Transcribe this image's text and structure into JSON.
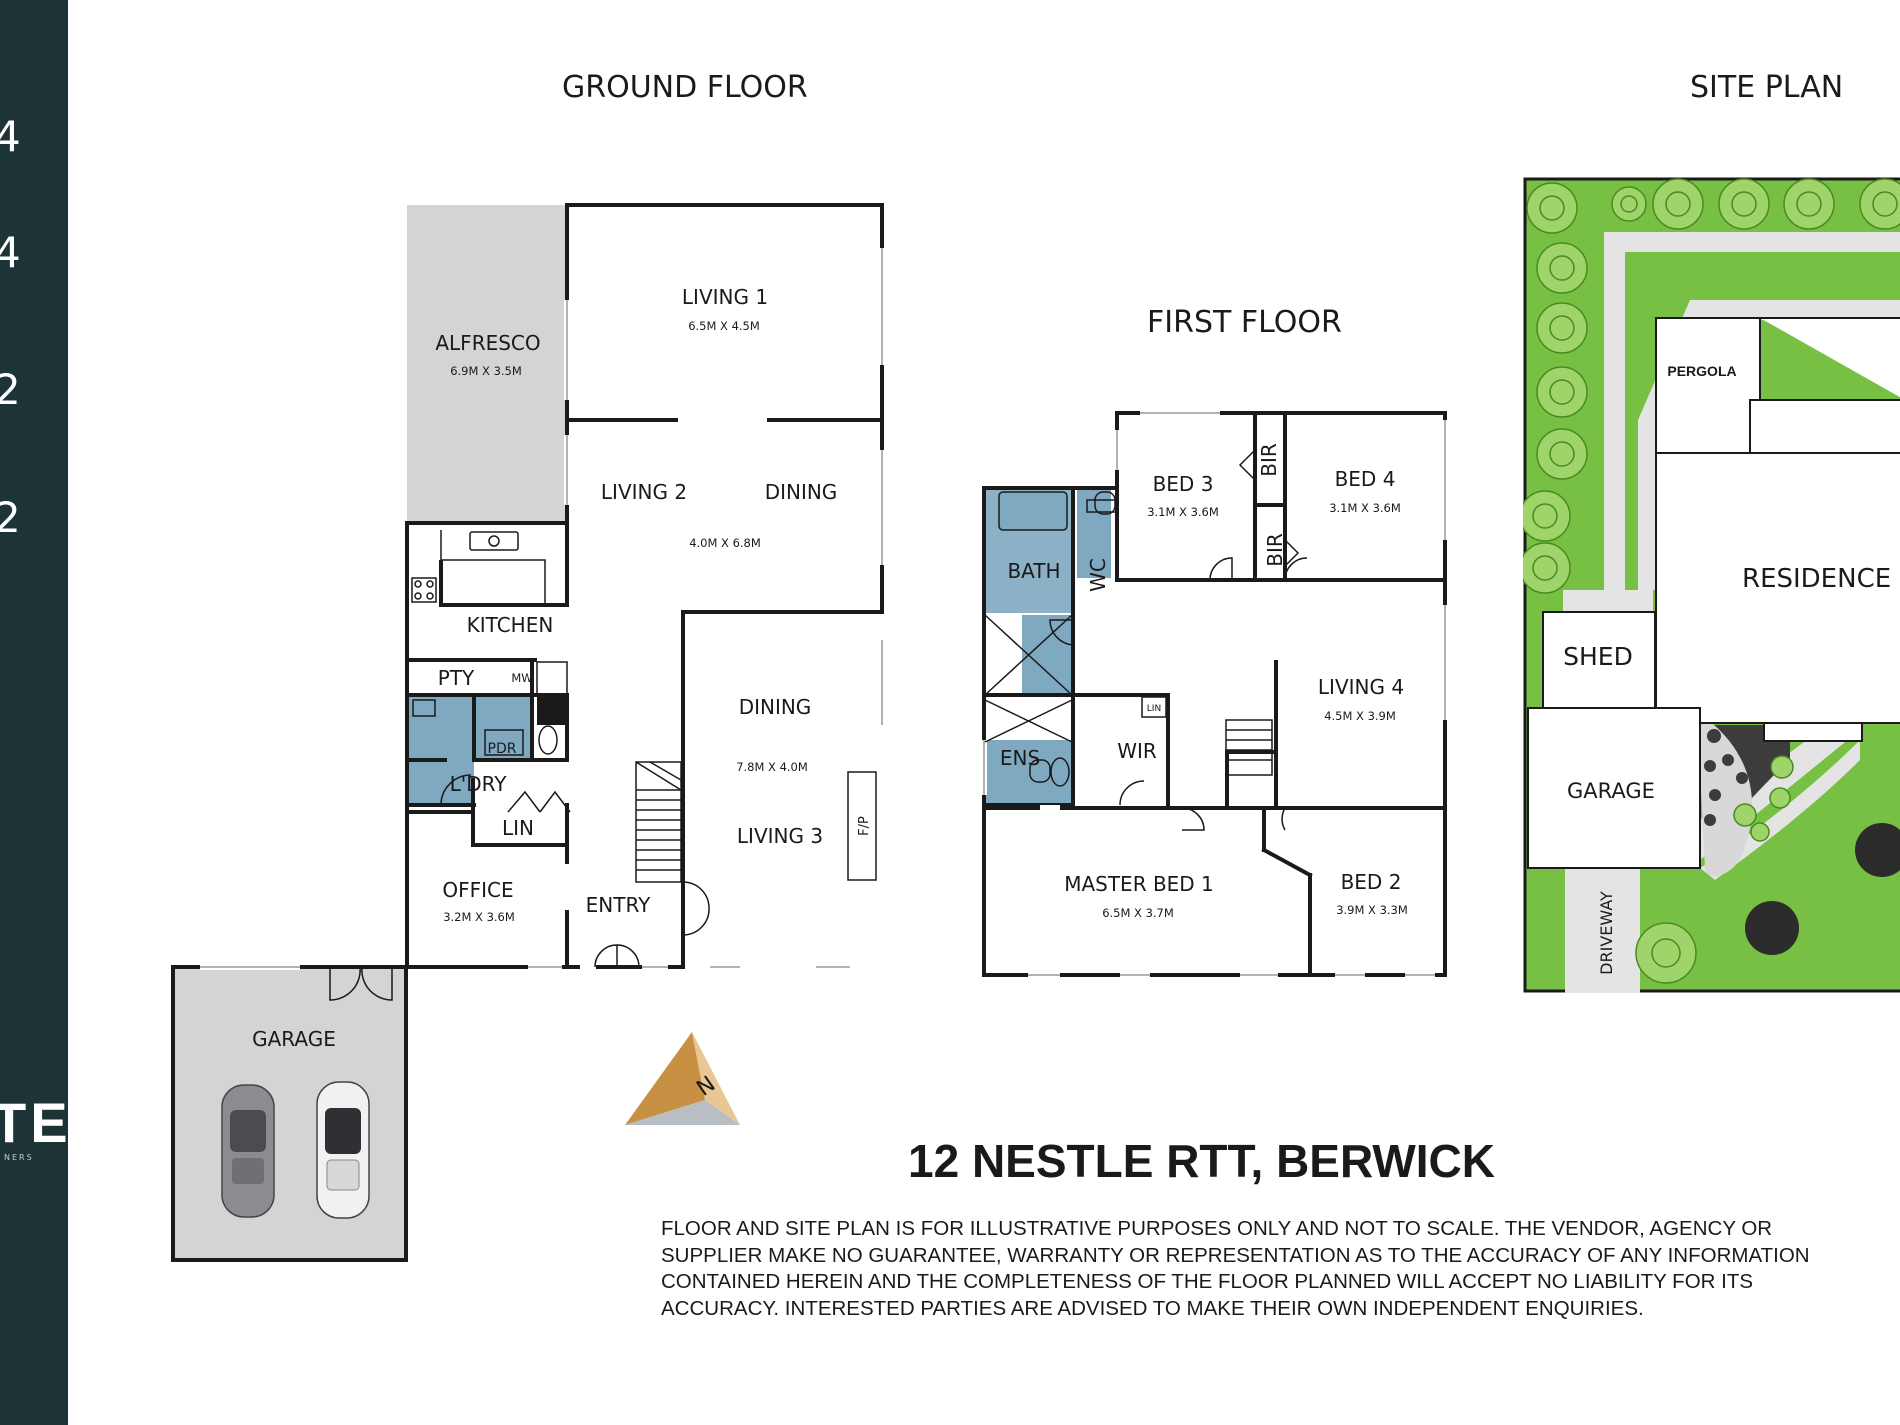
{
  "sidebar": {
    "numbers": [
      "4",
      "4",
      "2",
      "2"
    ],
    "brand": "TE",
    "brand_sub": "NERS"
  },
  "headings": {
    "ground_floor": "GROUND FLOOR",
    "first_floor": "FIRST FLOOR",
    "site_plan": "SITE PLAN"
  },
  "ground_rooms": {
    "alfresco": {
      "name": "ALFRESCO",
      "dims": "6.9M X 3.5M"
    },
    "living1": {
      "name": "LIVING 1",
      "dims": "6.5M X 4.5M"
    },
    "living2": {
      "name": "LIVING 2",
      "dims": "4.0M X 6.8M"
    },
    "dining_upper": {
      "name": "DINING"
    },
    "kitchen": {
      "name": "KITCHEN"
    },
    "pty": {
      "name": "PTY"
    },
    "mw": {
      "name": "MW"
    },
    "pdr": {
      "name": "PDR"
    },
    "ldry": {
      "name": "L'DRY"
    },
    "lin": {
      "name": "LIN"
    },
    "dining_living3": {
      "name": "DINING",
      "dims": "7.8M X 4.0M",
      "name2": "LIVING 3"
    },
    "fp": {
      "name": "F/P"
    },
    "office": {
      "name": "OFFICE",
      "dims": "3.2M X 3.6M"
    },
    "entry": {
      "name": "ENTRY"
    },
    "garage": {
      "name": "GARAGE"
    }
  },
  "first_rooms": {
    "bed3": {
      "name": "BED 3",
      "dims": "3.1M X 3.6M"
    },
    "bir1": {
      "name": "BIR"
    },
    "bir2": {
      "name": "BIR"
    },
    "bed4": {
      "name": "BED 4",
      "dims": "3.1M X 3.6M"
    },
    "bath": {
      "name": "BATH"
    },
    "wc": {
      "name": "WC"
    },
    "living4": {
      "name": "LIVING 4",
      "dims": "4.5M X 3.9M"
    },
    "lin": {
      "name": "LIN"
    },
    "ens": {
      "name": "ENS"
    },
    "wir": {
      "name": "WIR"
    },
    "master": {
      "name": "MASTER BED 1",
      "dims": "6.5M X 3.7M"
    },
    "bed2": {
      "name": "BED 2",
      "dims": "3.9M X 3.3M"
    }
  },
  "site": {
    "pergola": "PERGOLA",
    "residence": "RESIDENCE",
    "shed": "SHED",
    "garage": "GARAGE",
    "driveway": "DRIVEWAY"
  },
  "compass": "N",
  "address": "12 NESTLE RTT, BERWICK",
  "disclaimer": "FLOOR AND SITE PLAN IS FOR ILLUSTRATIVE PURPOSES ONLY AND NOT TO SCALE. THE VENDOR, AGENCY OR SUPPLIER MAKE NO GUARANTEE, WARRANTY OR REPRESENTATION AS TO THE ACCURACY OF ANY INFORMATION CONTAINED HEREIN AND THE COMPLETENESS OF THE FLOOR PLANNED WILL ACCEPT NO LIABILITY FOR ITS ACCURACY. INTERESTED PARTIES ARE ADVISED TO MAKE THEIR OWN INDEPENDENT ENQUIRIES.",
  "colors": {
    "sidebar": "#1d3437",
    "wet_area": "#7fa9c0",
    "outdoor": "#d4d4d4",
    "lawn": "#77c043",
    "tree": "#9fd46b",
    "compass_gold": "#c89042",
    "compass_grey": "#b8bec4"
  }
}
